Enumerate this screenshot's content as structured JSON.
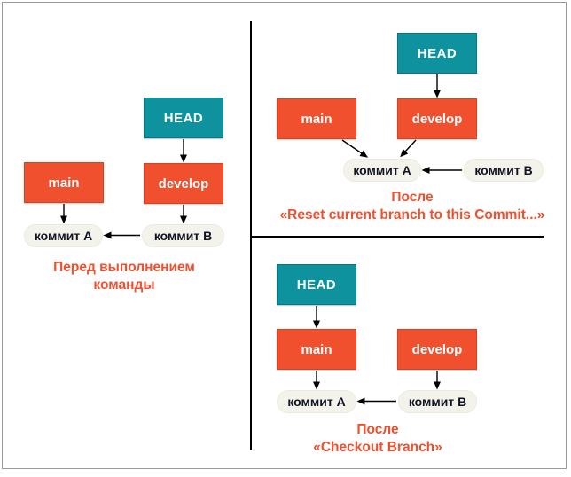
{
  "colors": {
    "head_fill": "#0E939E",
    "branch_fill": "#F1502F",
    "commit_fill": "#F4F3EB",
    "caption_text": "#F1502F",
    "arrow": "#000000",
    "frame_border": "#9A9A9A"
  },
  "labels": {
    "head": "HEAD",
    "main": "main",
    "develop": "develop",
    "commit_a": "коммит A",
    "commit_b": "коммит B"
  },
  "panels": {
    "before": {
      "caption_line1": "Перед выполнением",
      "caption_line2": "команды"
    },
    "after_reset": {
      "caption_line1": "После",
      "caption_line2": "«Reset current branch to this Commit...»"
    },
    "after_checkout": {
      "caption_line1": "После",
      "caption_line2": "«Checkout Branch»"
    }
  },
  "edges": [
    {
      "panel": "before",
      "from": "HEAD",
      "to": "develop"
    },
    {
      "panel": "before",
      "from": "main",
      "to": "коммит A"
    },
    {
      "panel": "before",
      "from": "develop",
      "to": "коммит B"
    },
    {
      "panel": "before",
      "from": "коммит B",
      "to": "коммит A"
    },
    {
      "panel": "after_reset",
      "from": "HEAD",
      "to": "develop"
    },
    {
      "panel": "after_reset",
      "from": "main",
      "to": "коммит A"
    },
    {
      "panel": "after_reset",
      "from": "develop",
      "to": "коммит A"
    },
    {
      "panel": "after_reset",
      "from": "коммит B",
      "to": "коммит A"
    },
    {
      "panel": "after_checkout",
      "from": "HEAD",
      "to": "main"
    },
    {
      "panel": "after_checkout",
      "from": "main",
      "to": "коммит A"
    },
    {
      "panel": "after_checkout",
      "from": "develop",
      "to": "коммит B"
    },
    {
      "panel": "after_checkout",
      "from": "коммит B",
      "to": "коммит A"
    }
  ]
}
